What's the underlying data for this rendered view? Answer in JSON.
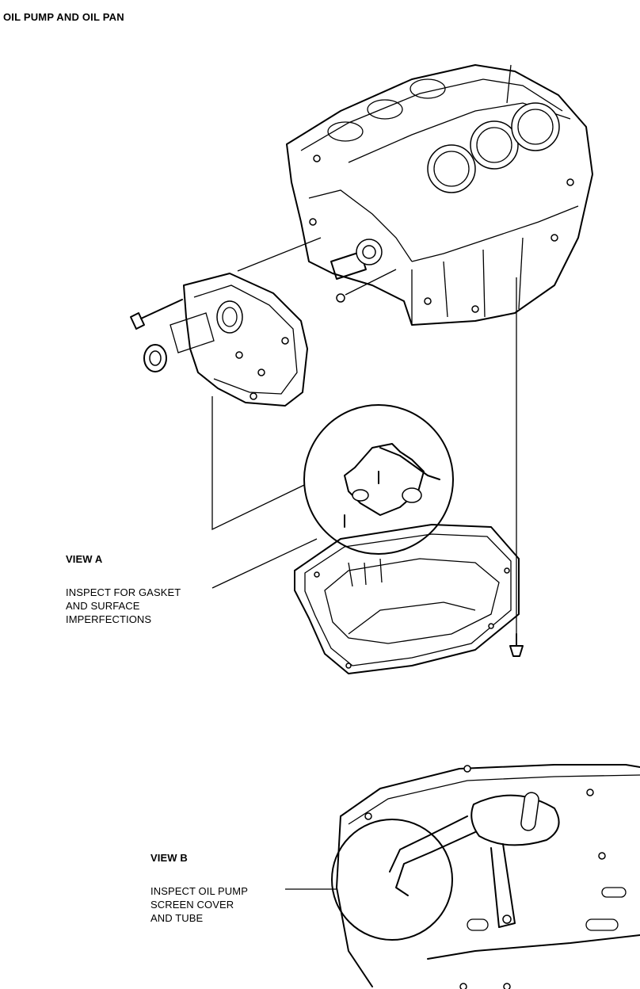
{
  "title": "OIL PUMP AND OIL PAN",
  "view_a": {
    "heading": "VIEW A",
    "note_lines": [
      "INSPECT FOR GASKET",
      "AND SURFACE",
      "IMPERFECTIONS"
    ]
  },
  "view_b": {
    "heading": "VIEW B",
    "note_lines": [
      "INSPECT OIL PUMP",
      "SCREEN COVER",
      "AND TUBE"
    ]
  }
}
